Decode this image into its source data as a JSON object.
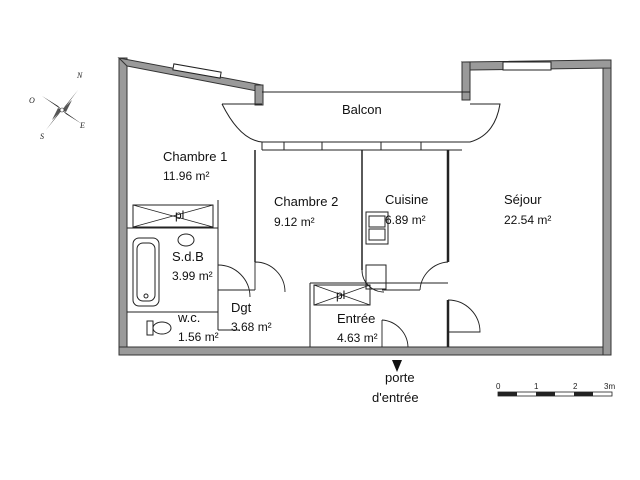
{
  "rooms": {
    "chambre1": {
      "name": "Chambre 1",
      "area": "11.96 m²"
    },
    "chambre2": {
      "name": "Chambre 2",
      "area": "9.12 m²"
    },
    "cuisine": {
      "name": "Cuisine",
      "area": "6.89 m²"
    },
    "sejour": {
      "name": "Séjour",
      "area": "22.54 m²"
    },
    "sdb": {
      "name": "S.d.B",
      "area": "3.99 m²"
    },
    "dgt": {
      "name": "Dgt",
      "area": "3.68 m²"
    },
    "wc": {
      "name": "w.c.",
      "area": "1.56 m²"
    },
    "entree": {
      "name": "Entrée",
      "area": "4.63 m²"
    }
  },
  "balcon": "Balcon",
  "placards": [
    "pl",
    "pl"
  ],
  "entrance": {
    "line1": "porte",
    "line2": "d'entrée"
  },
  "compass": {
    "n": "N",
    "s": "S",
    "e": "E",
    "o": "O"
  },
  "scale": {
    "ticks": [
      "0",
      "1",
      "2",
      "3m"
    ]
  }
}
